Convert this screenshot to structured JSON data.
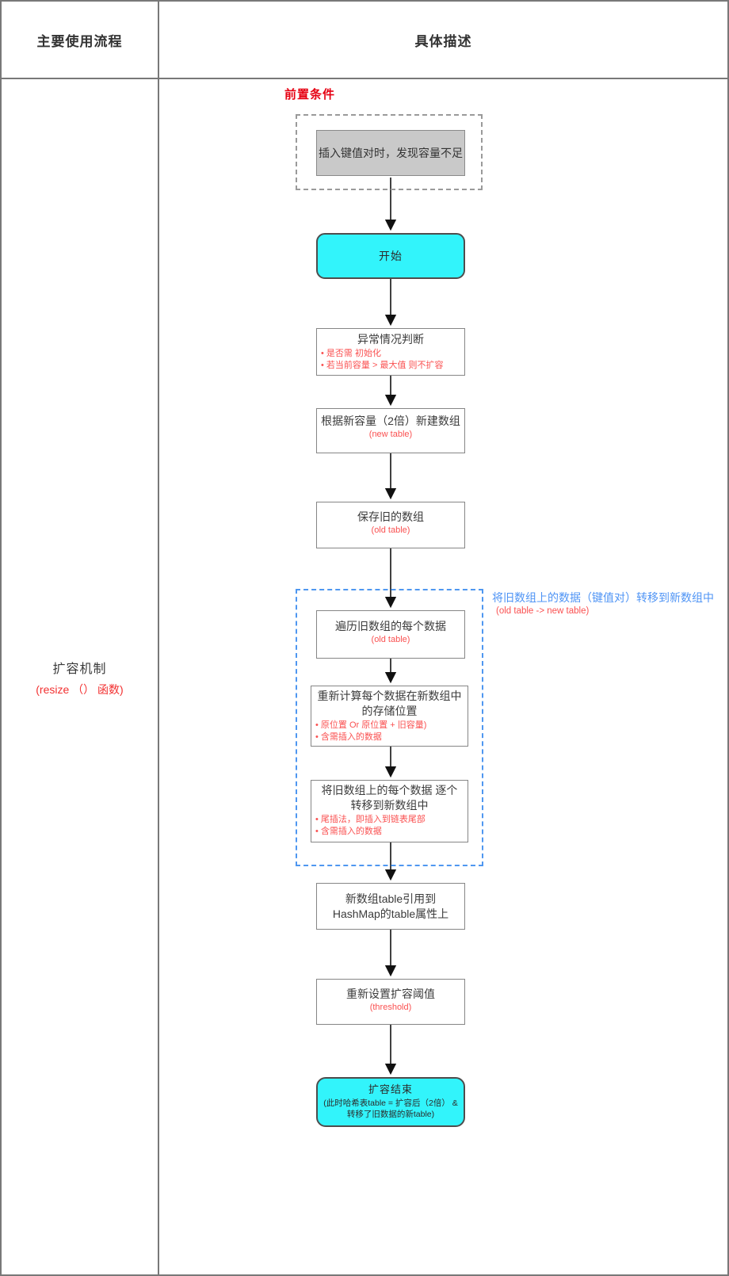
{
  "header": {
    "col_process": "主要使用流程",
    "col_description": "具体描述"
  },
  "left_cell": {
    "title": "扩容机制",
    "subtitle": "(resize （） 函数)"
  },
  "flow": {
    "precondition_label": "前置条件",
    "precondition_box": "插入键值对时，发现容量不足",
    "start_label": "开始",
    "exception": {
      "title": "异常情况判断",
      "bullets": [
        "是否需 初始化",
        "若当前容量 > 最大值 则不扩容"
      ]
    },
    "new_array": {
      "title": "根据新容量（2倍）新建数组",
      "note": "(new table)"
    },
    "save_old": {
      "title": "保存旧的数组",
      "note": "(old table)"
    },
    "transfer_group": {
      "annotation": "将旧数组上的数据（键值对）转移到新数组中",
      "annotation_note": "(old table -> new table)"
    },
    "iterate": {
      "title": "遍历旧数组的每个数据",
      "note": "(old table)"
    },
    "recompute": {
      "title": "重新计算每个数据在新数组中的存储位置",
      "bullets": [
        "原位置 Or 原位置 + 旧容量)",
        "含需插入的数据"
      ]
    },
    "move": {
      "title": "将旧数组上的每个数据 逐个转移到新数组中",
      "bullets": [
        "尾插法，即插入到链表尾部",
        "含需插入的数据"
      ]
    },
    "assign": {
      "title": "新数组table引用到HashMap的table属性上"
    },
    "threshold": {
      "title": "重新设置扩容阈值",
      "note": "(threshold)"
    },
    "end": {
      "title": "扩容结束",
      "note": "(此时哈希表table = 扩容后（2倍） & 转移了旧数据的新table)"
    }
  },
  "colors": {
    "accent_cyan": "#32f4fb",
    "red_label": "#e60012",
    "red_detail": "#fa5151",
    "blue_annotation": "#4f94f5",
    "gray_fill": "#c9c9c9",
    "border_gray": "#787878"
  }
}
